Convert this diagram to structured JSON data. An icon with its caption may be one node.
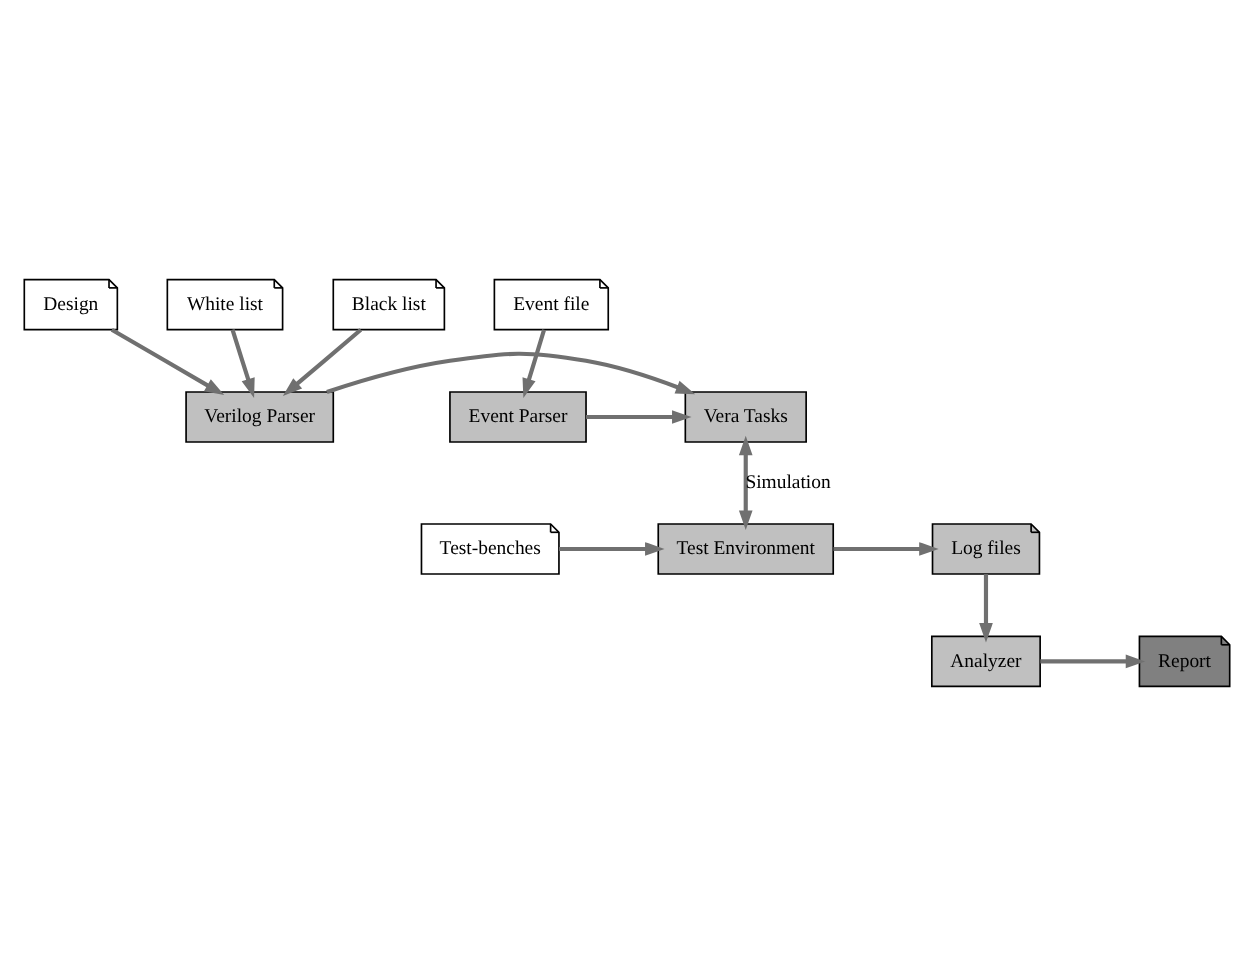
{
  "diagram": {
    "nodes": [
      {
        "text": [
          "Design"
        ]
      },
      {
        "text": [
          "White list"
        ]
      },
      {
        "text": [
          "Black list"
        ]
      },
      {
        "text": [
          "Event file"
        ]
      },
      {
        "text": [
          "Verilog Parser"
        ]
      },
      {
        "text": [
          "Vera Tasks"
        ]
      },
      {
        "text": [
          "Event Parser"
        ]
      },
      {
        "text": [
          "Test-benches"
        ]
      },
      {
        "text": [
          "Test Environment"
        ]
      },
      {
        "text": [
          "Log files"
        ]
      },
      {
        "text": [
          "Analyzer"
        ]
      },
      {
        "text": [
          "Report"
        ]
      }
    ],
    "edges": [
      {
        "from": 0,
        "to": 4,
        "arrow": "to"
      },
      {
        "from": 1,
        "to": 4,
        "arrow": "to"
      },
      {
        "from": 2,
        "to": 4,
        "arrow": "to"
      },
      {
        "from": 3,
        "to": 6,
        "arrow": "to"
      },
      {
        "from": 4,
        "to": 5,
        "arrow": "to"
      },
      {
        "from": 6,
        "to": 5,
        "arrow": "to"
      },
      {
        "from": 5,
        "to": 8,
        "arrow": "both",
        "label": "Simulation"
      },
      {
        "from": 7,
        "to": 8,
        "arrow": "to"
      },
      {
        "from": 8,
        "to": 9,
        "arrow": "to"
      },
      {
        "from": 9,
        "to": 10,
        "arrow": "to"
      },
      {
        "from": 10,
        "to": 11,
        "arrow": "to"
      }
    ]
  }
}
